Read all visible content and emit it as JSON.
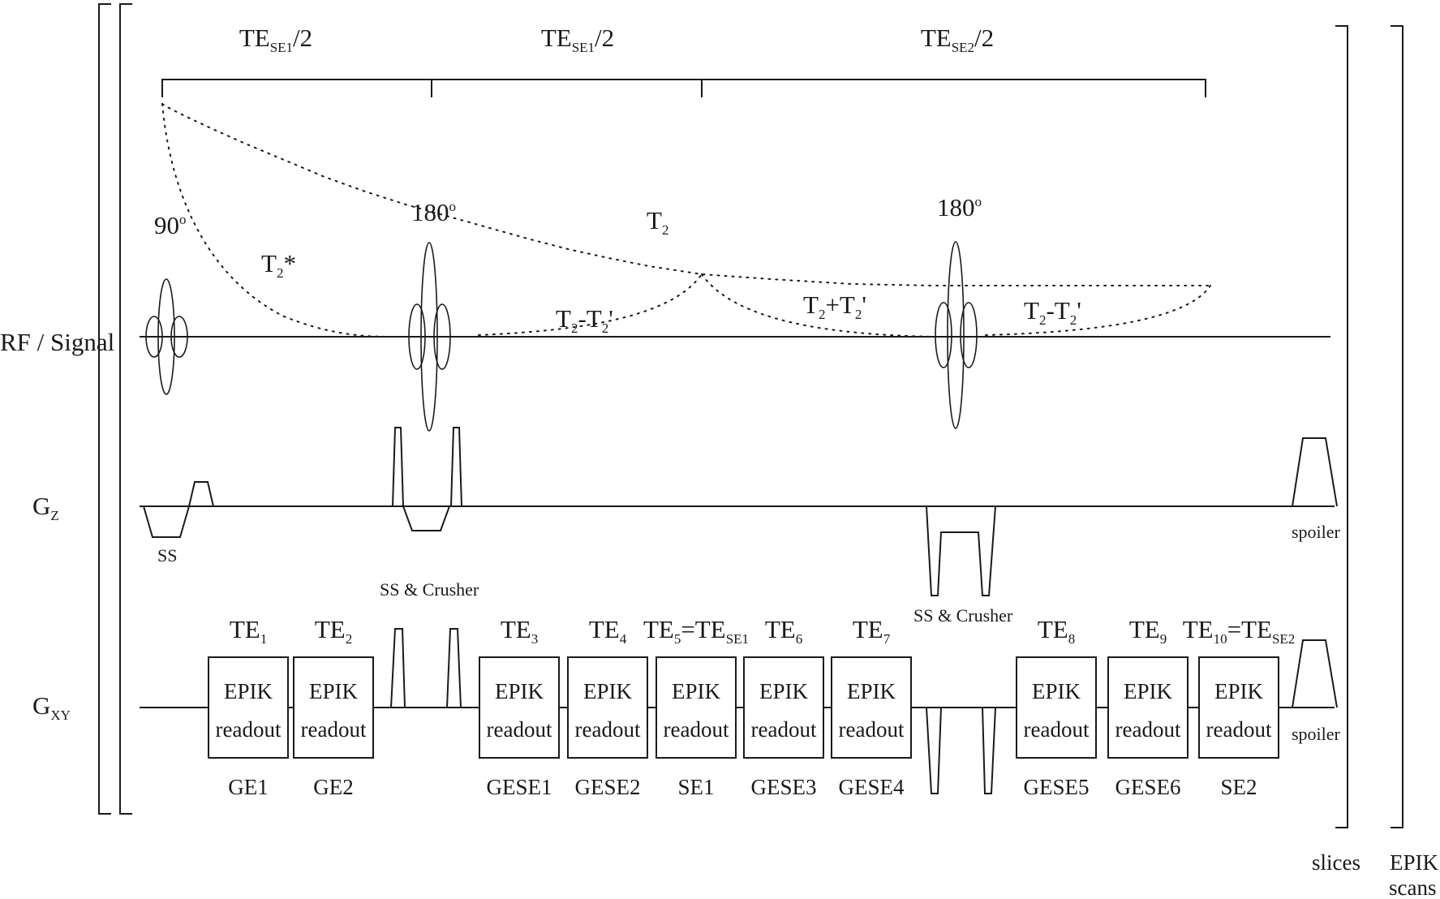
{
  "diagram": {
    "row_labels": {
      "rf_signal": "RF / Signal",
      "gz_main": "G",
      "gz_sub": "Z",
      "gxy_main": "G",
      "gxy_sub": "XY"
    },
    "timing": {
      "seg1_main": "TE",
      "seg1_sub": "SE1",
      "seg1_tail": "/2",
      "seg2_main": "TE",
      "seg2_sub": "SE1",
      "seg2_tail": "/2",
      "seg3_main": "TE",
      "seg3_sub": "SE2",
      "seg3_tail": "/2"
    },
    "rf": {
      "pulse1": "90",
      "pulse2": "180",
      "pulse3": "180",
      "degree": "o"
    },
    "decay": {
      "t2star_main": "T",
      "t2star_sub": "2",
      "t2star_tail": "*",
      "t2_main": "T",
      "t2_sub": "2",
      "d1_a": "T",
      "d1_a_sub": "2",
      "d1_op": "-T",
      "d1_b_sub": "2",
      "d1_prime": "'",
      "d2_a": "T",
      "d2_a_sub": "2",
      "d2_op": "+T",
      "d2_b_sub": "2",
      "d2_prime": "'",
      "d3_a": "T",
      "d3_a_sub": "2",
      "d3_op": "-T",
      "d3_b_sub": "2",
      "d3_prime": "'"
    },
    "gradient_labels": {
      "ss": "SS",
      "ss_crusher_1": "SS & Crusher",
      "ss_crusher_2": "SS & Crusher",
      "spoiler_z": "spoiler",
      "spoiler_xy": "spoiler"
    },
    "readouts": [
      {
        "te_main": "TE",
        "te_sub": "1",
        "te_tail": "",
        "te_tail_sub": "",
        "line1": "EPIK",
        "line2": "readout",
        "name": "GE1"
      },
      {
        "te_main": "TE",
        "te_sub": "2",
        "te_tail": "",
        "te_tail_sub": "",
        "line1": "EPIK",
        "line2": "readout",
        "name": "GE2"
      },
      {
        "te_main": "TE",
        "te_sub": "3",
        "te_tail": "",
        "te_tail_sub": "",
        "line1": "EPIK",
        "line2": "readout",
        "name": "GESE1"
      },
      {
        "te_main": "TE",
        "te_sub": "4",
        "te_tail": "",
        "te_tail_sub": "",
        "line1": "EPIK",
        "line2": "readout",
        "name": "GESE2"
      },
      {
        "te_main": "TE",
        "te_sub": "5",
        "te_tail": "=TE",
        "te_tail_sub": "SE1",
        "line1": "EPIK",
        "line2": "readout",
        "name": "SE1"
      },
      {
        "te_main": "TE",
        "te_sub": "6",
        "te_tail": "",
        "te_tail_sub": "",
        "line1": "EPIK",
        "line2": "readout",
        "name": "GESE3"
      },
      {
        "te_main": "TE",
        "te_sub": "7",
        "te_tail": "",
        "te_tail_sub": "",
        "line1": "EPIK",
        "line2": "readout",
        "name": "GESE4"
      },
      {
        "te_main": "TE",
        "te_sub": "8",
        "te_tail": "",
        "te_tail_sub": "",
        "line1": "EPIK",
        "line2": "readout",
        "name": "GESE5"
      },
      {
        "te_main": "TE",
        "te_sub": "9",
        "te_tail": "",
        "te_tail_sub": "",
        "line1": "EPIK",
        "line2": "readout",
        "name": "GESE6"
      },
      {
        "te_main": "TE",
        "te_sub": "10",
        "te_tail": "=TE",
        "te_tail_sub": "SE2",
        "line1": "EPIK",
        "line2": "readout",
        "name": "SE2"
      }
    ],
    "loops": {
      "slices": "slices",
      "scans_1": "EPIK",
      "scans_2": "scans"
    }
  }
}
